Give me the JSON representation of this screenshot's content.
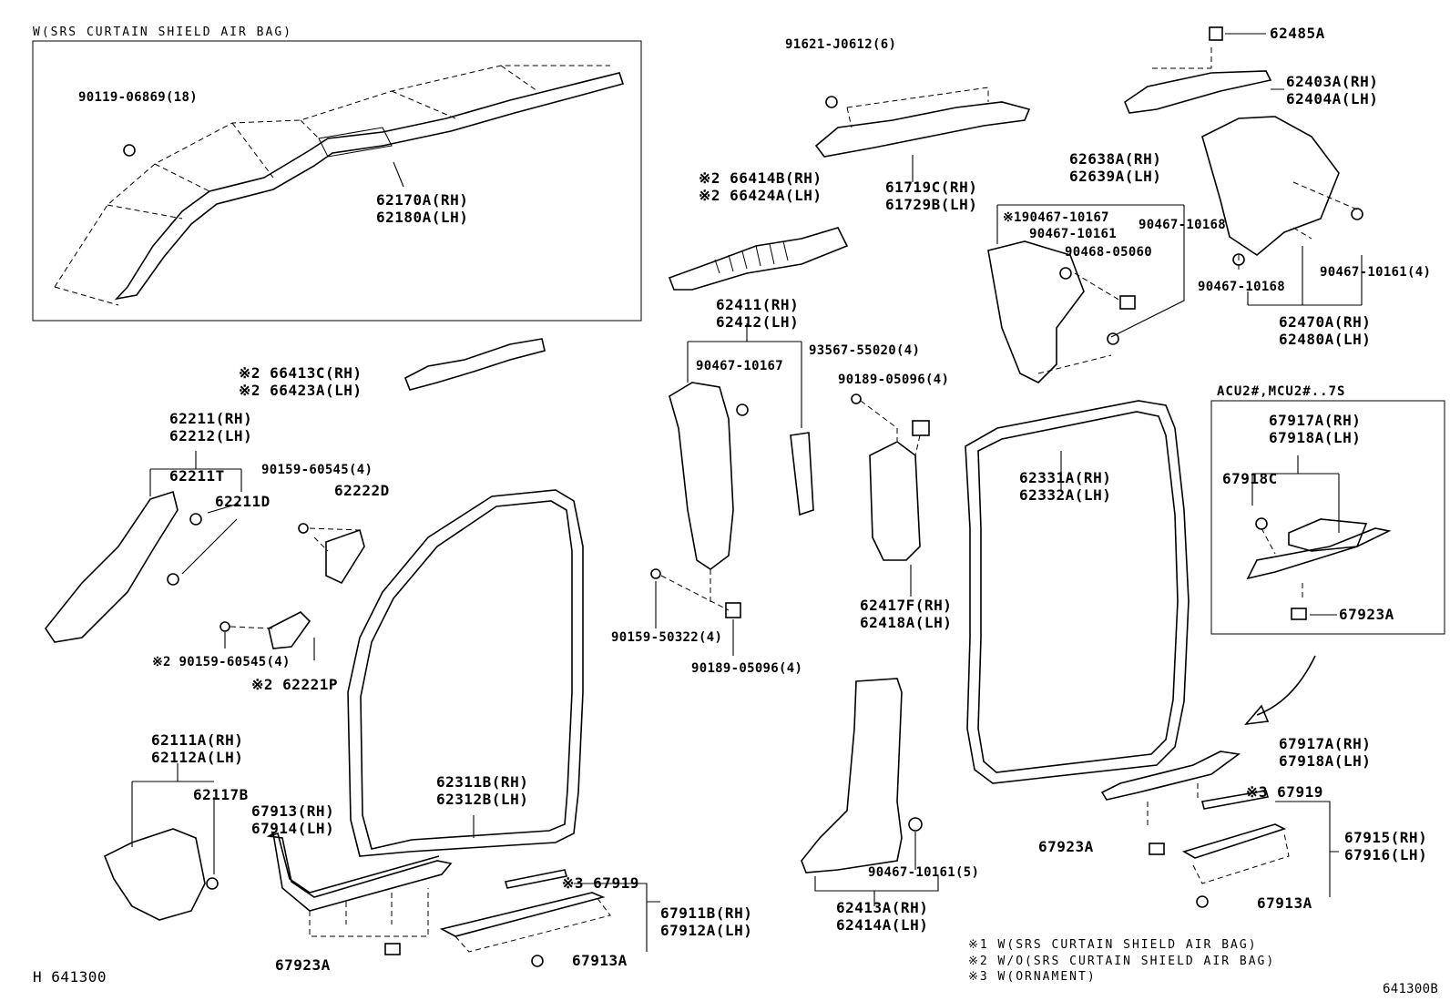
{
  "box_header": "W(SRS CURTAIN SHIELD AIR BAG)",
  "box2_header": "ACU2#,MCU2#..7S",
  "labels": {
    "l90119": "90119-06869(18)",
    "l62170": "62170A(RH)\n62180A(LH)",
    "l91621": "91621-J0612(6)",
    "l61719": "61719C(RH)\n61729B(LH)",
    "l62485": "62485A",
    "l62403": "62403A(RH)\n62404A(LH)",
    "l66414": "※2 66414B(RH)\n※2 66424A(LH)",
    "l62638": "62638A(RH)\n62639A(LH)",
    "l90467a": "※190467-10167",
    "l90467b": "90467-10161",
    "l90467c": "90467-10168",
    "l90468": "90468-05060",
    "l90467d": "90467-10168",
    "l90467e": "90467-10161(4)",
    "l62470": "62470A(RH)\n62480A(LH)",
    "l62411": "62411(RH)\n62412(LH)",
    "l90467f": "90467-10167",
    "l93567": "93567-55020(4)",
    "l90189a": "90189-05096(4)",
    "l66413": "※2 66413C(RH)\n※2 66423A(LH)",
    "l62211": "62211(RH)\n62212(LH)",
    "l62211T": "62211T",
    "l62211D": "62211D",
    "l90159a": "90159-60545(4)",
    "l62222D": "62222D",
    "l90159b": "※2 90159-60545(4)",
    "l62221P": "※2 62221P",
    "l62331": "62331A(RH)\n62332A(LH)",
    "l62417": "62417F(RH)\n62418A(LH)",
    "l90159c": "90159-50322(4)",
    "l90189b": "90189-05096(4)",
    "l67917a": "67917A(RH)\n67918A(LH)",
    "l67918C": "67918C",
    "l67923a": "67923A",
    "l62111": "62111A(RH)\n62112A(LH)",
    "l62117B": "62117B",
    "l62311": "62311B(RH)\n62312B(LH)",
    "l67913": "67913(RH)\n67914(LH)",
    "l67917b": "67917A(RH)\n67918A(LH)",
    "l67919a": "※3 67919",
    "l67911": "67911B(RH)\n67912A(LH)",
    "l67923b": "67923A",
    "l67913A": "67913A",
    "l90467g": "90467-10161(5)",
    "l62413": "62413A(RH)\n62414A(LH)",
    "l67923c": "67923A",
    "l67919b": "※3 67919",
    "l67915": "67915(RH)\n67916(LH)",
    "l67913A2": "67913A"
  },
  "notes": {
    "n1": "※1 W(SRS CURTAIN SHIELD AIR BAG)",
    "n2": "※2 W/O(SRS CURTAIN SHIELD AIR BAG)",
    "n3": "※3 W(ORNAMENT)"
  },
  "footer_left": "H 641300",
  "footer_right": "641300B"
}
